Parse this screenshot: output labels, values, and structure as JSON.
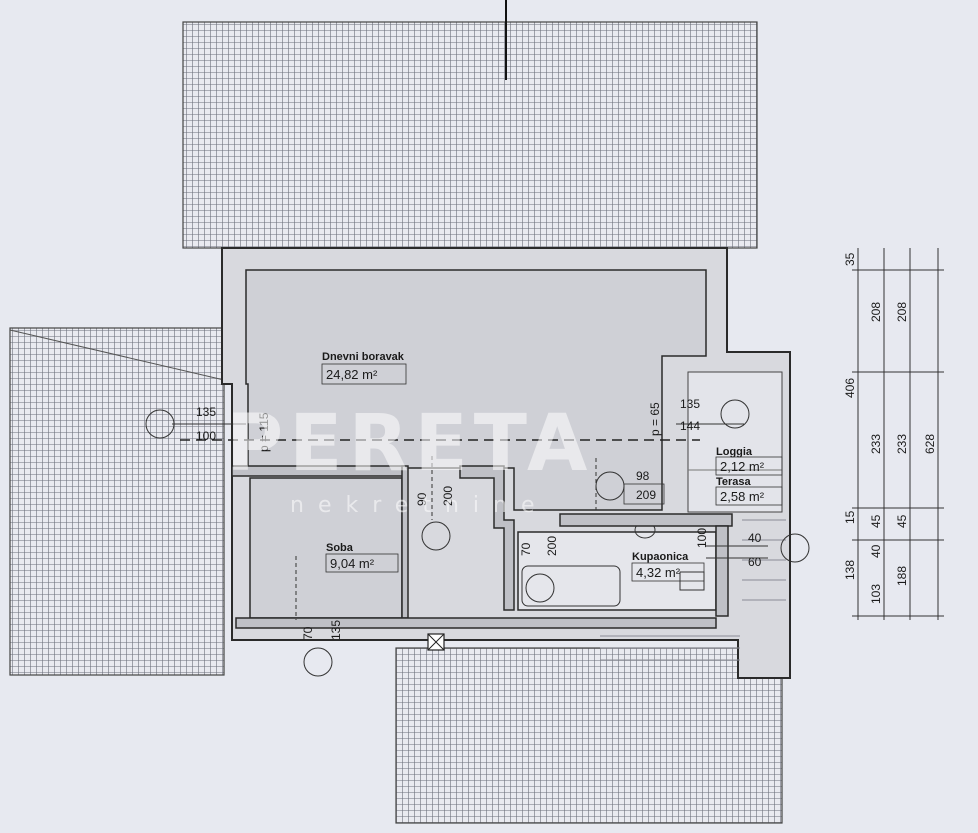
{
  "rooms": {
    "living": {
      "name": "Dnevni boravak",
      "area": "24,82 m²"
    },
    "bedroom": {
      "name": "Soba",
      "area": "9,04 m²"
    },
    "bathroom": {
      "name": "Kupaonica",
      "area": "4,32 m²"
    },
    "loggia": {
      "name": "Loggia",
      "area": "2,12 m²"
    },
    "terrace": {
      "name": "Terasa",
      "area": "2,58 m²"
    }
  },
  "dims": {
    "d135_left": "135",
    "d100_left": "100",
    "p115": "p = 115",
    "p65": "p = 65",
    "d135_right": "135",
    "d144": "144",
    "d98": "98",
    "d209": "209",
    "d90": "90",
    "d200_a": "200",
    "d70_mid": "70",
    "d200_b": "200",
    "d100_bath": "100",
    "d40": "40",
    "d60": "60",
    "d70_bed": "70",
    "d135_bed": "135"
  },
  "side_dims": {
    "col1": [
      "35",
      "138",
      "15",
      "406"
    ],
    "col2": [
      "208",
      "233",
      "45",
      "40",
      "103"
    ],
    "col3": [
      "208",
      "233",
      "45",
      "188"
    ],
    "col4": [
      "628"
    ]
  },
  "watermark": {
    "line1": "PERETA",
    "line2": "nekretnine"
  },
  "colors": {
    "paper": "#e7e9f0",
    "room_fill": "#d5d6dc",
    "wall": "#2a2a2a"
  }
}
